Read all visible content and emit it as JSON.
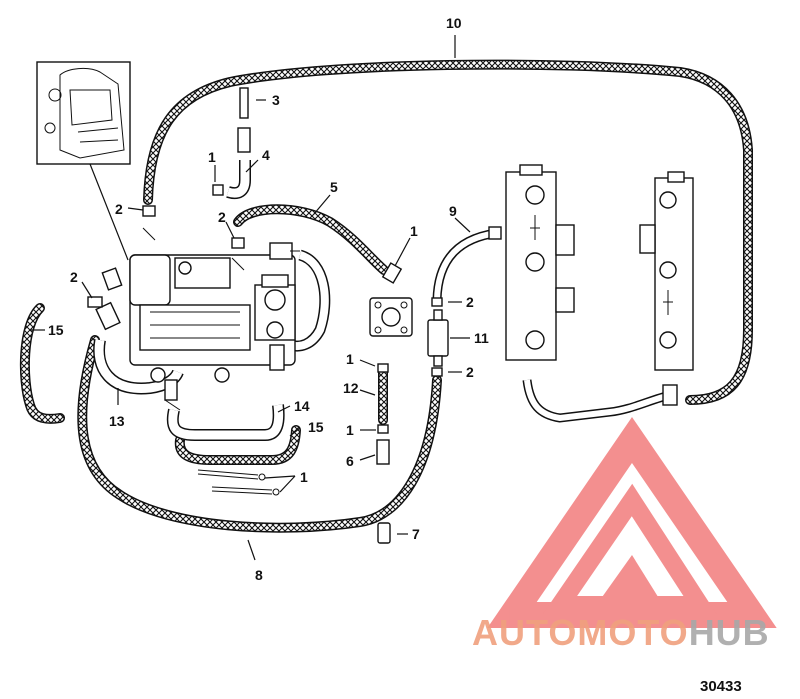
{
  "callouts": [
    {
      "id": "c10",
      "text": "10"
    },
    {
      "id": "c3",
      "text": "3"
    },
    {
      "id": "c1a",
      "text": "1"
    },
    {
      "id": "c4",
      "text": "4"
    },
    {
      "id": "c2a",
      "text": "2"
    },
    {
      "id": "c5",
      "text": "5"
    },
    {
      "id": "c9",
      "text": "9"
    },
    {
      "id": "c2b",
      "text": "2"
    },
    {
      "id": "c1b",
      "text": "1"
    },
    {
      "id": "c2c",
      "text": "2"
    },
    {
      "id": "c15a",
      "text": "15"
    },
    {
      "id": "c2d",
      "text": "2"
    },
    {
      "id": "c11",
      "text": "11"
    },
    {
      "id": "c1c",
      "text": "1"
    },
    {
      "id": "c2e",
      "text": "2"
    },
    {
      "id": "c12",
      "text": "12"
    },
    {
      "id": "c13",
      "text": "13"
    },
    {
      "id": "c14",
      "text": "14"
    },
    {
      "id": "c15b",
      "text": "15"
    },
    {
      "id": "c1d",
      "text": "1"
    },
    {
      "id": "c6",
      "text": "6"
    },
    {
      "id": "c1e",
      "text": "1"
    },
    {
      "id": "c7",
      "text": "7"
    },
    {
      "id": "c8",
      "text": "8"
    }
  ],
  "watermark": {
    "part1": "AUTO",
    "part2": "MOTO",
    "part3": "HUB",
    "color_primary": "#f0a07e",
    "color_secondary": "#b8b8b8",
    "triangle_color": "#f06a6a"
  },
  "figure_number": "30433",
  "hose_color": "#111111",
  "hose_inner_color": "#ffffff"
}
